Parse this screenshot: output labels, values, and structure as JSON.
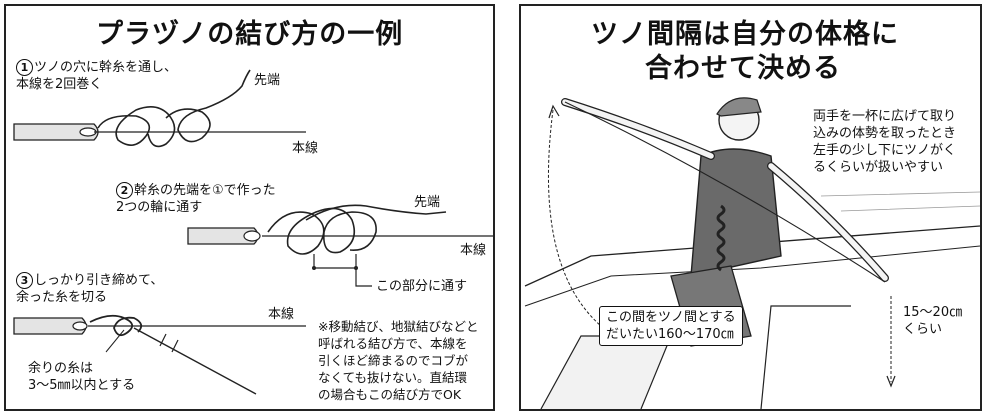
{
  "left": {
    "title": "プラヅノの結び方の一例",
    "step1": {
      "num": "1",
      "text": "ツノの穴に幹糸を通し、\n本線を2回巻く",
      "tip_label": "先端",
      "main_label": "本線"
    },
    "step2": {
      "num": "2",
      "text": "幹糸の先端を①で作った\n2つの輪に通す",
      "tip_label": "先端",
      "main_label": "本線",
      "callout": "この部分に通す"
    },
    "step3": {
      "num": "3",
      "text": "しっかり引き締めて、\n余った糸を切る",
      "main_label": "本線",
      "leftover": "余りの糸は\n3～5㎜以内とする"
    },
    "note": "※移動結び、地獄結びなどと\n呼ばれる結び方で、本線を\n引くほど締まるのでコブが\nなくても抜けない。直結環\nの場合もこの結び方でOK"
  },
  "right": {
    "title_line1": "ツノ間隔は自分の体格に",
    "title_line2": "合わせて決める",
    "desc": "両手を一杯に広げて取り\n込みの体勢を取ったとき\n左手の少し下にツノがく\nるくらいが扱いやすい",
    "span_label": "この間をツノ間とする\nだいたい160～170㎝",
    "drop_label": "15～20㎝\nくらい"
  }
}
